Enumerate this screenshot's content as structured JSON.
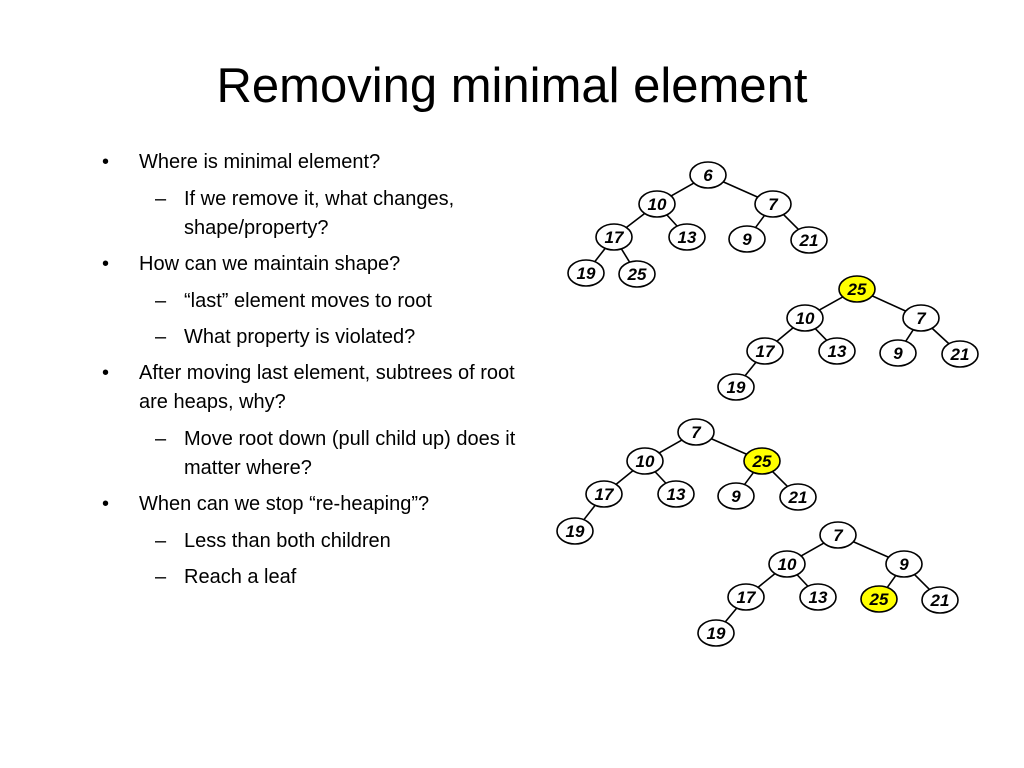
{
  "title": "Removing minimal element",
  "bullets": [
    {
      "level": 1,
      "marker": "•",
      "text": "Where is minimal element?"
    },
    {
      "level": 2,
      "marker": "–",
      "text": "If we remove it, what changes, shape/property?"
    },
    {
      "level": 1,
      "marker": "•",
      "text": "How can we maintain shape?"
    },
    {
      "level": 2,
      "marker": "–",
      "text": "“last” element moves to root"
    },
    {
      "level": 2,
      "marker": "–",
      "text": "What property is violated?"
    },
    {
      "level": 1,
      "marker": "•",
      "text": "After moving last element, subtrees of root are heaps, why?"
    },
    {
      "level": 2,
      "marker": "–",
      "text": "Move root down (pull child up) does it matter where?"
    },
    {
      "level": 1,
      "marker": "•",
      "text": "When can we stop “re-heaping”?"
    },
    {
      "level": 2,
      "marker": "–",
      "text": "Less than both children"
    },
    {
      "level": 2,
      "marker": "–",
      "text": "Reach a leaf"
    }
  ],
  "colors": {
    "highlight": "#ffff00",
    "node_fill": "#ffffff",
    "stroke": "#000000"
  },
  "trees": [
    {
      "nodes": [
        {
          "id": "a",
          "label": "6"
        },
        {
          "id": "b",
          "label": "10"
        },
        {
          "id": "c",
          "label": "7"
        },
        {
          "id": "d",
          "label": "17"
        },
        {
          "id": "e",
          "label": "13"
        },
        {
          "id": "f",
          "label": "9"
        },
        {
          "id": "g",
          "label": "21"
        },
        {
          "id": "h",
          "label": "19"
        },
        {
          "id": "i",
          "label": "25"
        }
      ],
      "edges": [
        [
          "a",
          "b"
        ],
        [
          "a",
          "c"
        ],
        [
          "b",
          "d"
        ],
        [
          "b",
          "e"
        ],
        [
          "c",
          "f"
        ],
        [
          "c",
          "g"
        ],
        [
          "d",
          "h"
        ],
        [
          "d",
          "i"
        ]
      ]
    },
    {
      "nodes": [
        {
          "id": "a",
          "label": "25",
          "highlight": true
        },
        {
          "id": "b",
          "label": "10"
        },
        {
          "id": "c",
          "label": "7"
        },
        {
          "id": "d",
          "label": "17"
        },
        {
          "id": "e",
          "label": "13"
        },
        {
          "id": "f",
          "label": "9"
        },
        {
          "id": "g",
          "label": "21"
        },
        {
          "id": "h",
          "label": "19"
        }
      ],
      "edges": [
        [
          "a",
          "b"
        ],
        [
          "a",
          "c"
        ],
        [
          "b",
          "d"
        ],
        [
          "b",
          "e"
        ],
        [
          "c",
          "f"
        ],
        [
          "c",
          "g"
        ],
        [
          "d",
          "h"
        ]
      ]
    },
    {
      "nodes": [
        {
          "id": "a",
          "label": "7"
        },
        {
          "id": "b",
          "label": "10"
        },
        {
          "id": "c",
          "label": "25",
          "highlight": true
        },
        {
          "id": "d",
          "label": "17"
        },
        {
          "id": "e",
          "label": "13"
        },
        {
          "id": "f",
          "label": "9"
        },
        {
          "id": "g",
          "label": "21"
        },
        {
          "id": "h",
          "label": "19"
        }
      ],
      "edges": [
        [
          "a",
          "b"
        ],
        [
          "a",
          "c"
        ],
        [
          "b",
          "d"
        ],
        [
          "b",
          "e"
        ],
        [
          "c",
          "f"
        ],
        [
          "c",
          "g"
        ],
        [
          "d",
          "h"
        ]
      ]
    },
    {
      "nodes": [
        {
          "id": "a",
          "label": "7"
        },
        {
          "id": "b",
          "label": "10"
        },
        {
          "id": "c",
          "label": "9"
        },
        {
          "id": "d",
          "label": "17"
        },
        {
          "id": "e",
          "label": "13"
        },
        {
          "id": "f",
          "label": "25",
          "highlight": true
        },
        {
          "id": "g",
          "label": "21"
        },
        {
          "id": "h",
          "label": "19"
        }
      ],
      "edges": [
        [
          "a",
          "b"
        ],
        [
          "a",
          "c"
        ],
        [
          "b",
          "d"
        ],
        [
          "b",
          "e"
        ],
        [
          "c",
          "f"
        ],
        [
          "c",
          "g"
        ],
        [
          "d",
          "h"
        ]
      ]
    }
  ]
}
